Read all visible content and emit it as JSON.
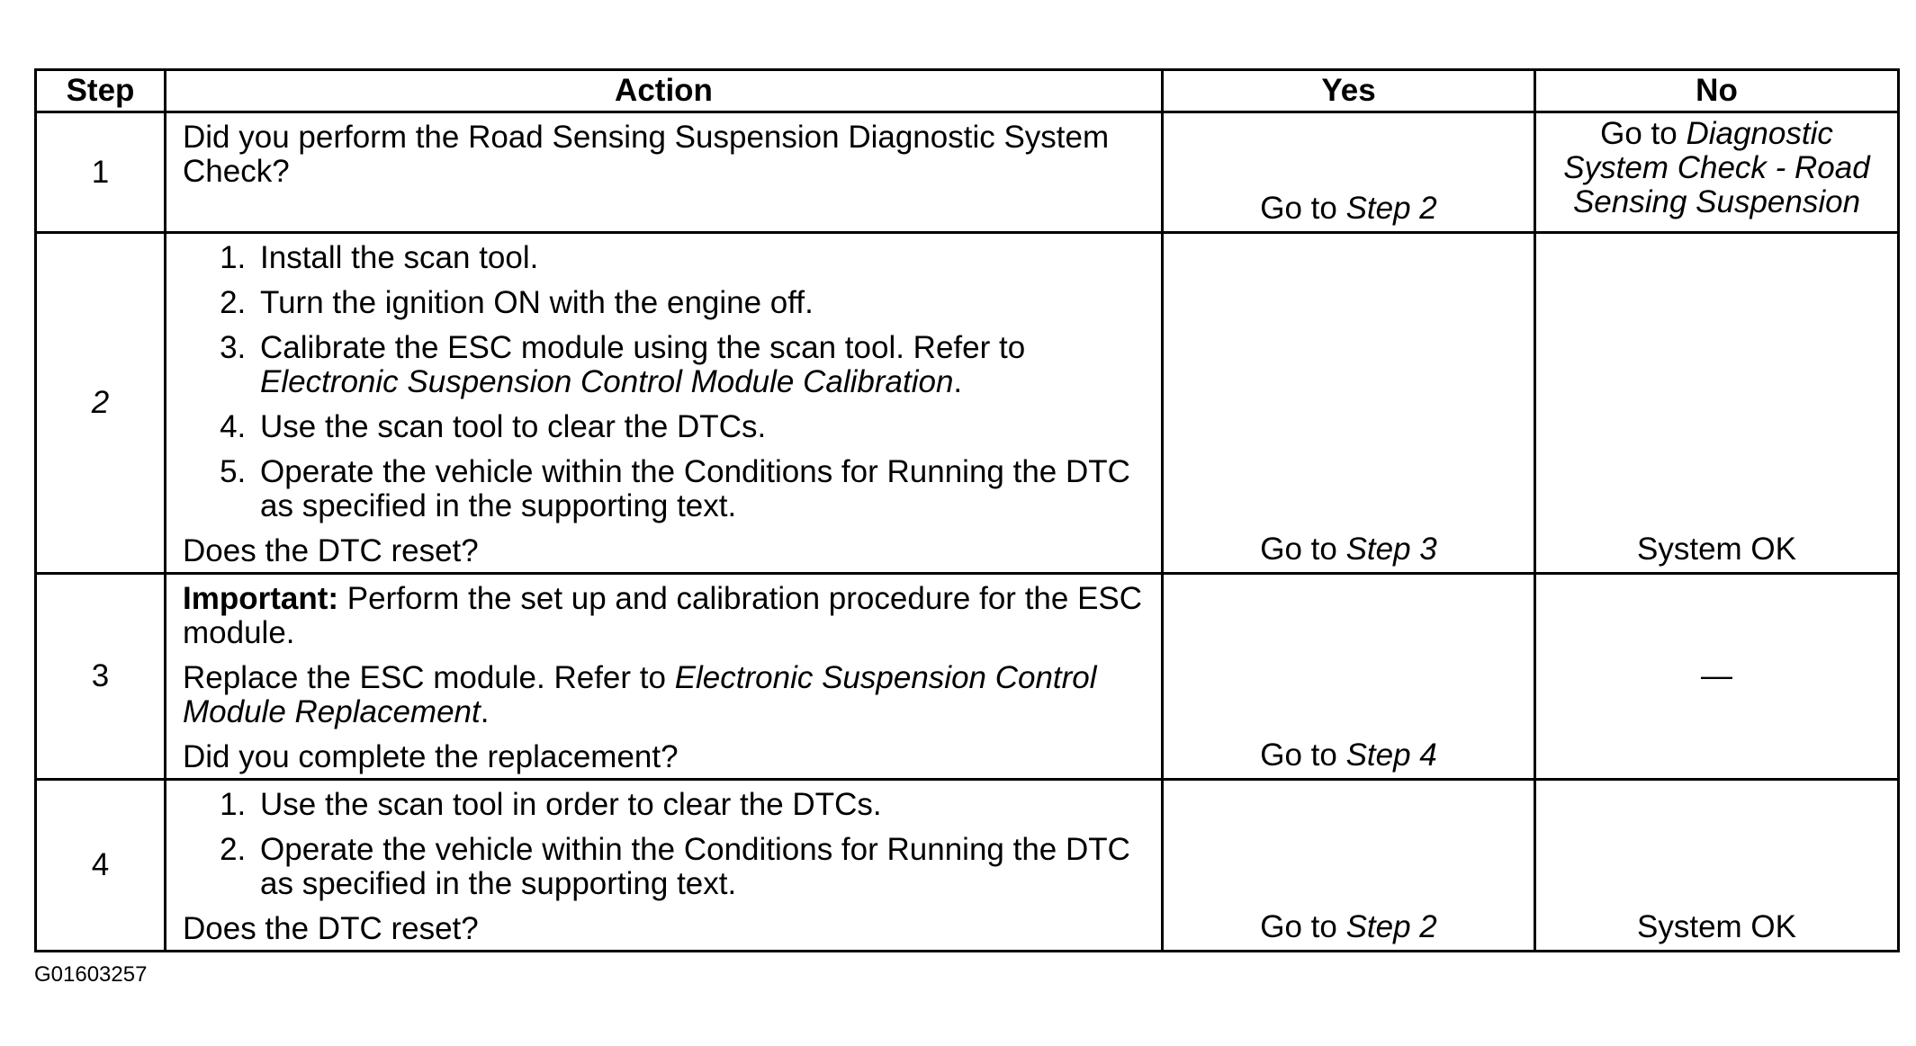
{
  "table": {
    "headers": {
      "step": "Step",
      "action": "Action",
      "yes": "Yes",
      "no": "No"
    },
    "rows": [
      {
        "step": "1",
        "action": {
          "text": "Did you perform the Road Sensing Suspension Diagnostic System Check?"
        },
        "yes": {
          "prefix": "Go to",
          "ref": "Step 2"
        },
        "no": {
          "prefix": "Go to",
          "ref": "Diagnostic System Check - Road Sensing Suspension"
        }
      },
      {
        "step": "2",
        "action": {
          "items": [
            {
              "text": "Install the scan tool."
            },
            {
              "text": "Turn the ignition ON with the engine off."
            },
            {
              "text": "Calibrate the ESC module using the scan tool. Refer to",
              "ref": "Electronic Suspension Control Module Calibration",
              "suffix": "."
            },
            {
              "text": "Use the scan tool to clear the DTCs."
            },
            {
              "text": "Operate the vehicle within the Conditions for Running the DTC as specified in the supporting text."
            }
          ],
          "question": "Does the DTC reset?"
        },
        "yes": {
          "prefix": "Go to",
          "ref": "Step 3"
        },
        "no": {
          "text": "System OK"
        }
      },
      {
        "step": "3",
        "action": {
          "important_label": "Important:",
          "important_text": "Perform the set up and calibration procedure for the ESC module.",
          "replace_text": "Replace the ESC module. Refer to",
          "replace_ref": "Electronic Suspension Control Module Replacement",
          "replace_suffix": ".",
          "question": "Did you complete the replacement?"
        },
        "yes": {
          "prefix": "Go to",
          "ref": "Step 4"
        },
        "no": {
          "text": "—"
        }
      },
      {
        "step": "4",
        "action": {
          "items": [
            {
              "text": "Use the scan tool in order to clear the DTCs."
            },
            {
              "text": "Operate the vehicle within the Conditions for Running the DTC as specified in the supporting text."
            }
          ],
          "question": "Does the DTC reset?"
        },
        "yes": {
          "prefix": "Go to",
          "ref": "Step 2"
        },
        "no": {
          "text": "System OK"
        }
      }
    ]
  },
  "figure_id": "G01603257"
}
